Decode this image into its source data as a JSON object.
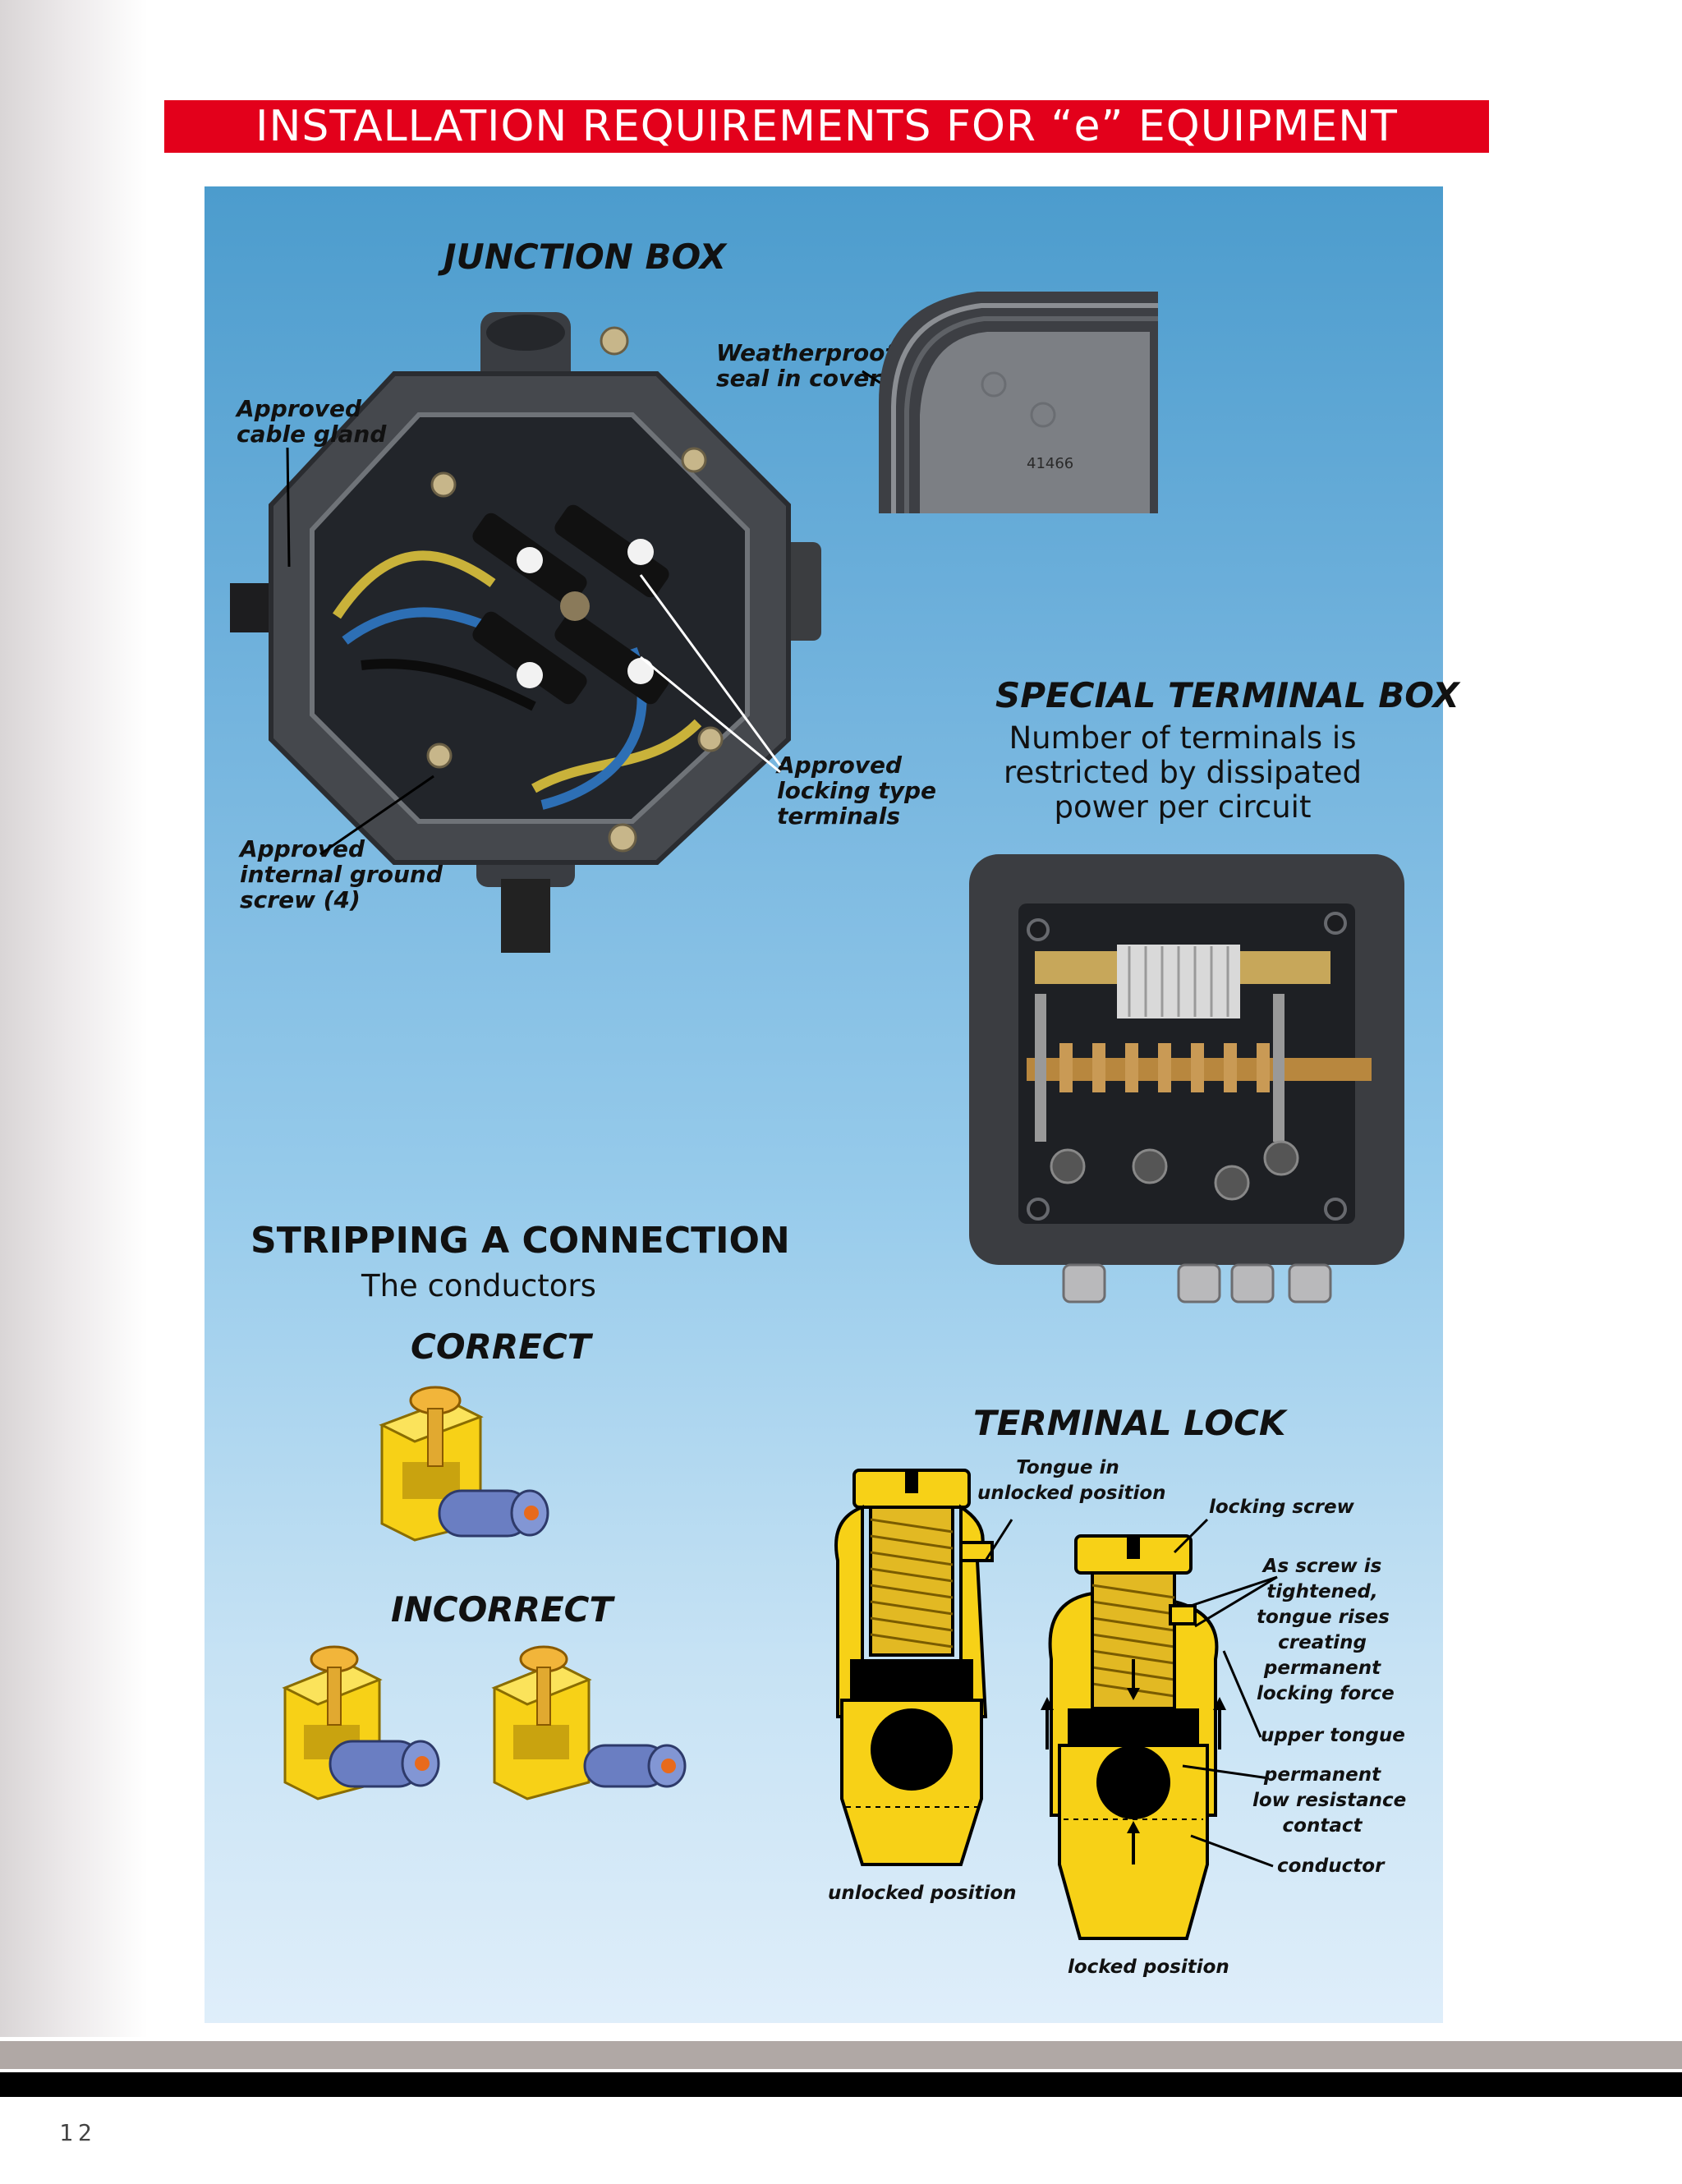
{
  "title": "INSTALLATION REQUIREMENTS FOR “e” EQUIPMENT",
  "junction_box": {
    "heading": "JUNCTION BOX",
    "labels": {
      "cable_gland": "Approved\ncable gland",
      "seal": "Weatherproof\nseal in cover",
      "terminals": "Approved\nlocking type\nterminals",
      "ground_screw": "Approved\ninternal ground\nscrew (4)"
    },
    "cover_marking": "41466"
  },
  "special_terminal_box": {
    "heading": "SPECIAL TERMINAL BOX",
    "description": "Number of terminals is\nrestricted by dissipated\npower per circuit"
  },
  "stripping": {
    "heading": "STRIPPING A CONNECTION",
    "subheading": "The conductors",
    "correct": "CORRECT",
    "incorrect": "INCORRECT"
  },
  "terminal_lock": {
    "heading": "TERMINAL LOCK",
    "labels": {
      "tongue": "Tongue in\nunlocked position",
      "locking_screw": "locking screw",
      "screw_tightened": "As screw is\ntightened,\ntongue rises\ncreating\npermanent\nlocking force",
      "upper_tongue": "upper tongue",
      "contact": "permanent\nlow resistance\ncontact",
      "conductor": "conductor",
      "unlocked": "unlocked position",
      "locked": "locked position"
    }
  },
  "footer": {
    "page_number": "12"
  },
  "colors": {
    "title_bar": "#e3001b",
    "terminal_yellow": "#f7d117",
    "panel_top": "#4c9ccd",
    "panel_bottom": "#dfeefa"
  }
}
